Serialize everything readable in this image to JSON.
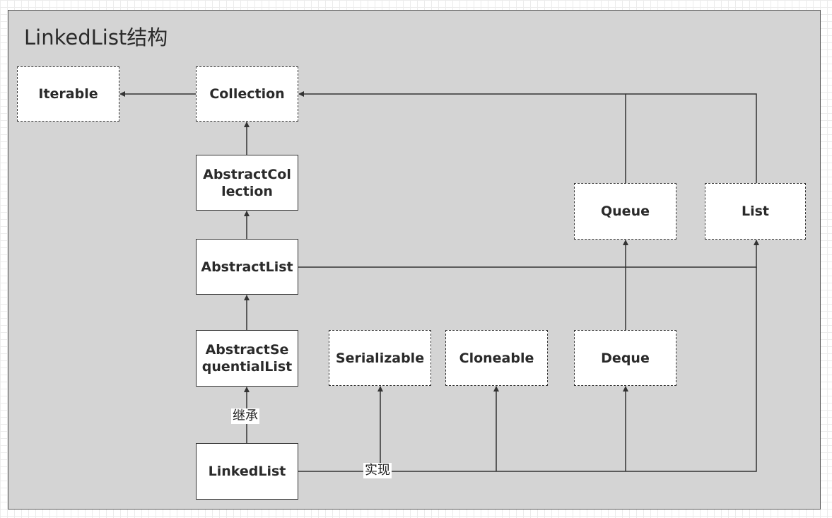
{
  "title": "LinkedList结构",
  "nodes": {
    "iterable": "Iterable",
    "collection": "Collection",
    "abstract_collection": "AbstractCollection",
    "abstract_list": "AbstractList",
    "abstract_sequential_list": "AbstractSequentialList",
    "linked_list": "LinkedList",
    "queue": "Queue",
    "list": "List",
    "serializable": "Serializable",
    "cloneable": "Cloneable",
    "deque": "Deque"
  },
  "edge_labels": {
    "inherit": "继承",
    "implement": "实现"
  }
}
